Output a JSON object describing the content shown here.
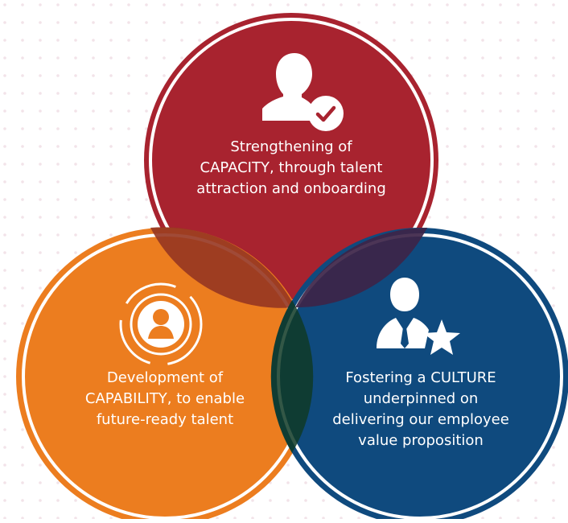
{
  "colors": {
    "capacity": "#a8232f",
    "capability": "#ec7d1f",
    "culture": "#0f4a7e",
    "background_dots": "#e9c9d4",
    "icon": "#ffffff"
  },
  "circles": [
    {
      "id": "capacity",
      "icon": "user-check-icon",
      "lines": [
        "Strengthening of",
        "CAPACITY, through talent",
        "attraction and onboarding"
      ]
    },
    {
      "id": "capability",
      "icon": "user-target-icon",
      "lines": [
        "Development of",
        "CAPABILITY, to enable",
        "future-ready talent"
      ]
    },
    {
      "id": "culture",
      "icon": "businessman-star-icon",
      "lines": [
        "Fostering a CULTURE",
        "underpinned on",
        "delivering our employee",
        "value proposition"
      ]
    }
  ]
}
